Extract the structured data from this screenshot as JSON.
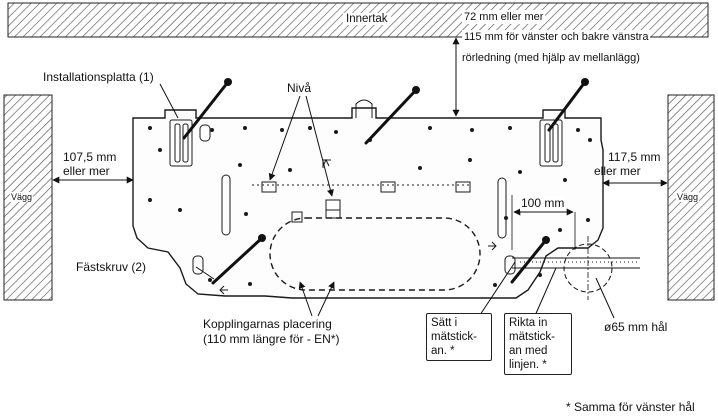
{
  "labels": {
    "ceiling": "Innertak",
    "ceiling_gap_line1": "72 mm eller mer",
    "ceiling_gap_line2": "115 mm för vänster och bakre vänstra",
    "ceiling_gap_line3": "rörledning (med hjälp av mellanlägg)",
    "plate": "Installationsplatta (1)",
    "level": "Nivå",
    "left_gap_line1": "107,5 mm",
    "left_gap_line2": "eller mer",
    "right_gap_line1": "117,5 mm",
    "right_gap_line2": "eller mer",
    "wall_left": "Vägg",
    "wall_right": "Vägg",
    "dim_100": "100 mm",
    "screw": "Fästskruv (2)",
    "coupling_line1": "Kopplingarnas placering",
    "coupling_line2": "(110 mm längre för - EN*)",
    "insert_line1": "Sätt i",
    "insert_line2": "mätstick-",
    "insert_line3": "an. *",
    "align_line1": "Rikta in",
    "align_line2": "mätstick-",
    "align_line3": "an med",
    "align_line4": "linjen. *",
    "hole": "ø65 mm hål",
    "footnote": "* Samma för vänster hål"
  },
  "colors": {
    "line": "#1a1a1a",
    "hatch": "#555555",
    "paper": "#ffffff"
  }
}
